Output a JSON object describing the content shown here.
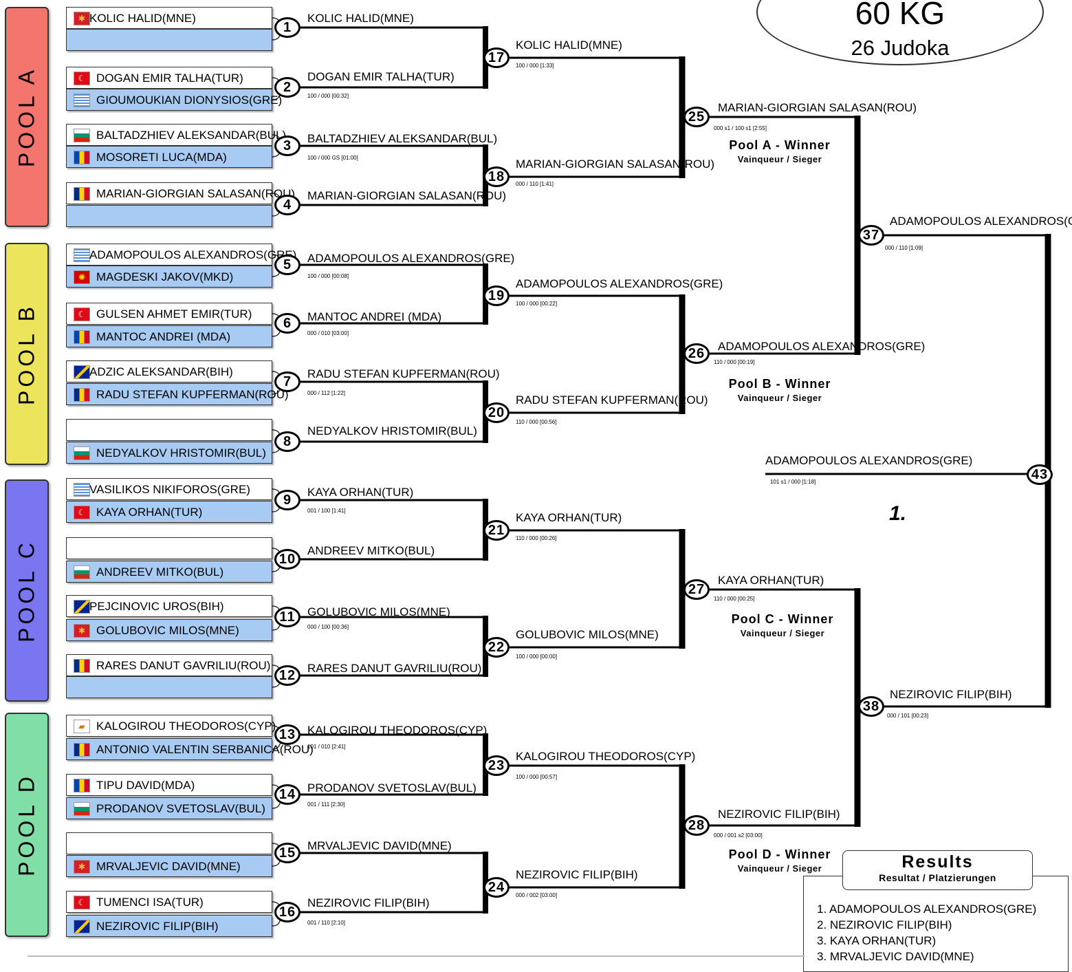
{
  "header": {
    "category": "60 KG",
    "count": "26 Judoka"
  },
  "colors": {
    "pool_a": "#f4756e",
    "pool_b": "#ece45a",
    "pool_c": "#7a75f0",
    "pool_d": "#80dea6",
    "blue_slot": "#a7cbf3"
  },
  "pools": [
    {
      "label": "POOL A",
      "color": "#f4756e"
    },
    {
      "label": "POOL B",
      "color": "#ece45a"
    },
    {
      "label": "POOL C",
      "color": "#7a75f0"
    },
    {
      "label": "POOL D",
      "color": "#80dea6"
    }
  ],
  "fighters": [
    {
      "name": "KOLIC HALID(MNE)",
      "flag": "MNE"
    },
    {
      "name": "",
      "flag": ""
    },
    {
      "name": "DOGAN EMIR TALHA(TUR)",
      "flag": "TUR"
    },
    {
      "name": "GIOUMOUKIAN DIONYSIOS(GRE)",
      "flag": "GRE"
    },
    {
      "name": "BALTADZHIEV ALEKSANDAR(BUL)",
      "flag": "BUL"
    },
    {
      "name": "MOSORETI  LUCA(MDA)",
      "flag": "MDA"
    },
    {
      "name": "MARIAN-GIORGIAN SALASAN(ROU)",
      "flag": "ROU"
    },
    {
      "name": "",
      "flag": ""
    },
    {
      "name": "ADAMOPOULOS ALEXANDROS(GRE)",
      "flag": "GRE"
    },
    {
      "name": "MAGDESKI JAKOV(MKD)",
      "flag": "MKD"
    },
    {
      "name": "GULSEN AHMET EMIR(TUR)",
      "flag": "TUR"
    },
    {
      "name": "MANTOC  ANDREI (MDA)",
      "flag": "MDA"
    },
    {
      "name": "ADZIC ALEKSANDAR(BIH)",
      "flag": "BIH"
    },
    {
      "name": "RADU STEFAN KUPFERMAN(ROU)",
      "flag": "ROU"
    },
    {
      "name": "",
      "flag": ""
    },
    {
      "name": "NEDYALKOV HRISTOMIR(BUL)",
      "flag": "BUL"
    },
    {
      "name": "VASILIKOS NIKIFOROS(GRE)",
      "flag": "GRE"
    },
    {
      "name": "KAYA ORHAN(TUR)",
      "flag": "TUR"
    },
    {
      "name": "",
      "flag": ""
    },
    {
      "name": "ANDREEV MITKO(BUL)",
      "flag": "BUL"
    },
    {
      "name": "PEJCINOVIC UROS(BIH)",
      "flag": "BIH"
    },
    {
      "name": "GOLUBOVIC MILOS(MNE)",
      "flag": "MNE"
    },
    {
      "name": "RARES DANUT GAVRILIU(ROU)",
      "flag": "ROU"
    },
    {
      "name": "",
      "flag": ""
    },
    {
      "name": "KALOGIROU THEODOROS(CYP)",
      "flag": "CYP"
    },
    {
      "name": "ANTONIO VALENTIN SERBANICA(ROU)",
      "flag": "ROU"
    },
    {
      "name": "TIPU  DAVID(MDA)",
      "flag": "MDA"
    },
    {
      "name": "PRODANOV SVETOSLAV(BUL)",
      "flag": "BUL"
    },
    {
      "name": "",
      "flag": ""
    },
    {
      "name": "MRVALJEVIC DAVID(MNE)",
      "flag": "MNE"
    },
    {
      "name": "TUMENCI ISA(TUR)",
      "flag": "TUR"
    },
    {
      "name": "NEZIROVIC FILIP(BIH)",
      "flag": "BIH"
    }
  ],
  "matches": [
    {
      "num": "1",
      "winner": "KOLIC HALID(MNE)",
      "score": ""
    },
    {
      "num": "2",
      "winner": "DOGAN EMIR TALHA(TUR)",
      "score": "100 / 000 [00:32]"
    },
    {
      "num": "3",
      "winner": "BALTADZHIEV ALEKSANDAR(BUL)",
      "score": "100 / 000  GS [01:00]"
    },
    {
      "num": "4",
      "winner": "MARIAN-GIORGIAN SALASAN(ROU)",
      "score": ""
    },
    {
      "num": "5",
      "winner": "ADAMOPOULOS ALEXANDROS(GRE)",
      "score": "100 / 000 [00:08]"
    },
    {
      "num": "6",
      "winner": "MANTOC  ANDREI (MDA)",
      "score": "000 / 010 [03:00]"
    },
    {
      "num": "7",
      "winner": "RADU STEFAN KUPFERMAN(ROU)",
      "score": "000 / 112 [1:22]"
    },
    {
      "num": "8",
      "winner": "NEDYALKOV HRISTOMIR(BUL)",
      "score": ""
    },
    {
      "num": "9",
      "winner": "KAYA ORHAN(TUR)",
      "score": "001 / 100 [1:41]"
    },
    {
      "num": "10",
      "winner": "ANDREEV MITKO(BUL)",
      "score": ""
    },
    {
      "num": "11",
      "winner": "GOLUBOVIC MILOS(MNE)",
      "score": "000 / 100 [00:36]"
    },
    {
      "num": "12",
      "winner": "RARES DANUT GAVRILIU(ROU)",
      "score": ""
    },
    {
      "num": "13",
      "winner": "KALOGIROU THEODOROS(CYP)",
      "score": "101 / 010 [2:41]"
    },
    {
      "num": "14",
      "winner": "PRODANOV SVETOSLAV(BUL)",
      "score": "001 / 111 [2:30]"
    },
    {
      "num": "15",
      "winner": "MRVALJEVIC DAVID(MNE)",
      "score": ""
    },
    {
      "num": "16",
      "winner": "NEZIROVIC FILIP(BIH)",
      "score": "001 / 110 [2:10]"
    },
    {
      "num": "17",
      "winner": "KOLIC HALID(MNE)",
      "score": "100 / 000 [1:33]"
    },
    {
      "num": "18",
      "winner": "MARIAN-GIORGIAN SALASAN(ROU)",
      "score": "000 / 110 [1:41]"
    },
    {
      "num": "19",
      "winner": "ADAMOPOULOS ALEXANDROS(GRE)",
      "score": "100 / 000 [00:22]"
    },
    {
      "num": "20",
      "winner": "RADU STEFAN KUPFERMAN(ROU)",
      "score": "110 / 000 [00:56]"
    },
    {
      "num": "21",
      "winner": "KAYA ORHAN(TUR)",
      "score": "110 / 000 [00:26]"
    },
    {
      "num": "22",
      "winner": "GOLUBOVIC MILOS(MNE)",
      "score": "100 / 000 [00:00]"
    },
    {
      "num": "23",
      "winner": "KALOGIROU THEODOROS(CYP)",
      "score": "100 / 000 [00:57]"
    },
    {
      "num": "24",
      "winner": "NEZIROVIC FILIP(BIH)",
      "score": "000 / 002 [03:00]"
    },
    {
      "num": "25",
      "winner": "MARIAN-GIORGIAN SALASAN(ROU)",
      "score": "000 s1 / 100 s1 [2:55]"
    },
    {
      "num": "26",
      "winner": "ADAMOPOULOS ALEXANDROS(GRE)",
      "score": "110 / 000 [00:19]"
    },
    {
      "num": "27",
      "winner": "KAYA ORHAN(TUR)",
      "score": "110 / 000 [00:25]"
    },
    {
      "num": "28",
      "winner": "NEZIROVIC FILIP(BIH)",
      "score": "000 / 001 s2 [03:00]"
    },
    {
      "num": "37",
      "winner": "ADAMOPOULOS ALEXANDROS(GRE)",
      "score": "000 / 110 [1:09]"
    },
    {
      "num": "38",
      "winner": "NEZIROVIC FILIP(BIH)",
      "score": "000 / 101 [00:23]"
    },
    {
      "num": "43",
      "winner": "ADAMOPOULOS ALEXANDROS(GRE)",
      "score": "101 s1 / 000 [1:18]"
    }
  ],
  "pool_winners": [
    {
      "title": "Pool A - Winner",
      "subtitle": "Vainqueur / Sieger"
    },
    {
      "title": "Pool B - Winner",
      "subtitle": "Vainqueur / Sieger"
    },
    {
      "title": "Pool C - Winner",
      "subtitle": "Vainqueur / Sieger"
    },
    {
      "title": "Pool D - Winner",
      "subtitle": "Vainqueur / Sieger"
    }
  ],
  "final_place": "1.",
  "results": {
    "title": "Results",
    "subtitle": "Resultat / Platzierungen",
    "items": [
      "1. ADAMOPOULOS ALEXANDROS(GRE)",
      "2. NEZIROVIC FILIP(BIH)",
      "3. KAYA ORHAN(TUR)",
      "3. MRVALJEVIC DAVID(MNE)"
    ]
  }
}
